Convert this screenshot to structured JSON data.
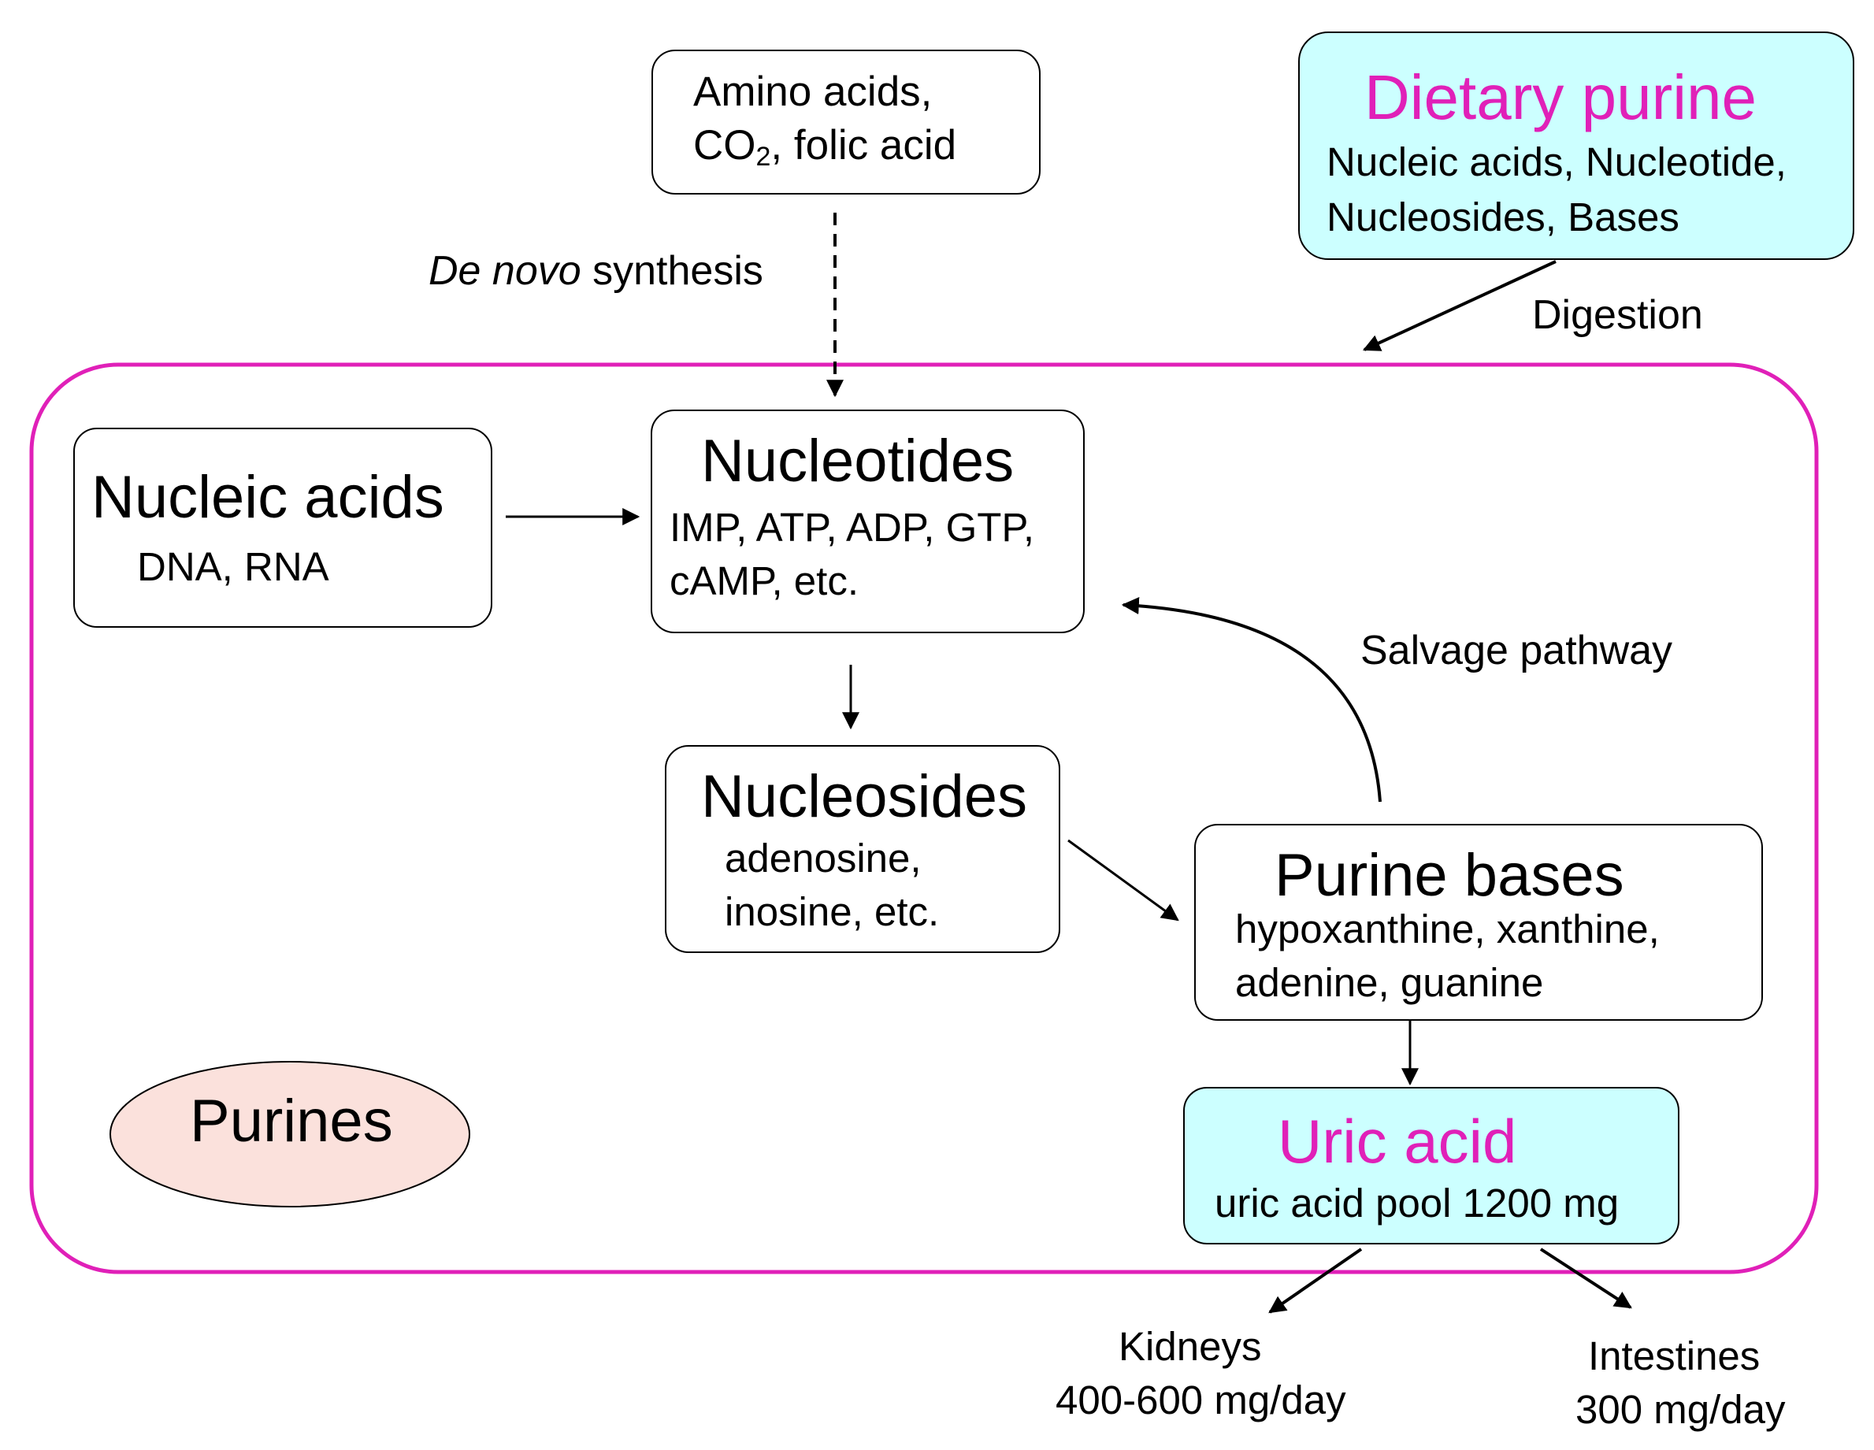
{
  "sources": {
    "amino": {
      "line1": "Amino acids,",
      "line2_prefix": "CO",
      "line2_sub": "2",
      "line2_suffix": ", folic acid"
    },
    "dietary": {
      "title": "Dietary purine",
      "line1": "Nucleic acids, Nucleotide,",
      "line2": "Nucleosides, Bases"
    }
  },
  "labels": {
    "de_novo_italic": "De novo",
    "de_novo_rest": " synthesis",
    "digestion": "Digestion",
    "salvage": "Salvage pathway"
  },
  "nodes": {
    "nucleic_acids": {
      "title": "Nucleic acids",
      "detail": "DNA, RNA"
    },
    "nucleotides": {
      "title": "Nucleotides",
      "line1": "IMP, ATP, ADP, GTP,",
      "line2": "cAMP, etc."
    },
    "nucleosides": {
      "title": "Nucleosides",
      "line1": "adenosine,",
      "line2": "inosine, etc."
    },
    "purine_bases": {
      "title": "Purine bases",
      "line1": "hypoxanthine, xanthine,",
      "line2": "adenine, guanine"
    },
    "uric_acid": {
      "title": "Uric acid",
      "detail": "uric acid pool 1200 mg"
    },
    "purines": {
      "title": "Purines"
    }
  },
  "outputs": {
    "kidneys": {
      "name": "Kidneys",
      "amount": "400-600 mg/day"
    },
    "intestines": {
      "name": "Intestines",
      "amount": "300 mg/day"
    }
  },
  "colors": {
    "accent": "#e020b8",
    "highlight_fill": "#ccffff",
    "purines_fill": "#fbe1dc",
    "frame": "#e020b8"
  }
}
